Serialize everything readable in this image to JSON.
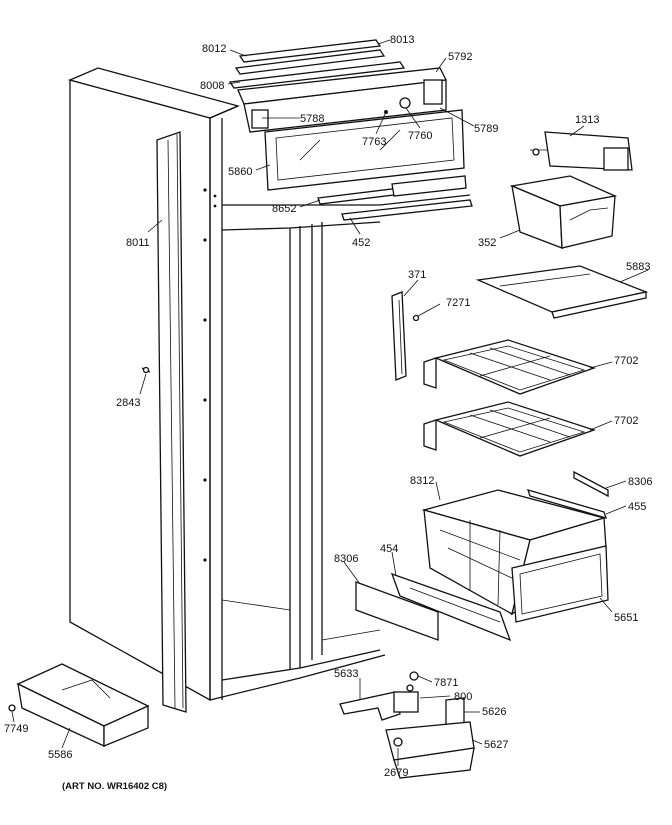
{
  "caption": "(ART NO. WR16402 C8)",
  "labels": {
    "p8012": "8012",
    "p8013": "8013",
    "p5792": "5792",
    "p8008": "8008",
    "p5788": "5788",
    "p5789": "5789",
    "p7763": "7763",
    "p7760": "7760",
    "p5860": "5860",
    "p8652": "8652",
    "p452": "452",
    "p8011": "8011",
    "p1313": "1313",
    "p352": "352",
    "p5883": "5883",
    "p371": "371",
    "p7271": "7271",
    "p7702a": "7702",
    "p7702b": "7702",
    "p2843": "2843",
    "p8312": "8312",
    "p8306a": "8306",
    "p455": "455",
    "p8306b": "8306",
    "p454": "454",
    "p5651": "5651",
    "p5633": "5633",
    "p7871": "7871",
    "p800": "800",
    "p5626": "5626",
    "p5627": "5627",
    "p2679": "2679",
    "p7749": "7749",
    "p5586": "5586"
  }
}
